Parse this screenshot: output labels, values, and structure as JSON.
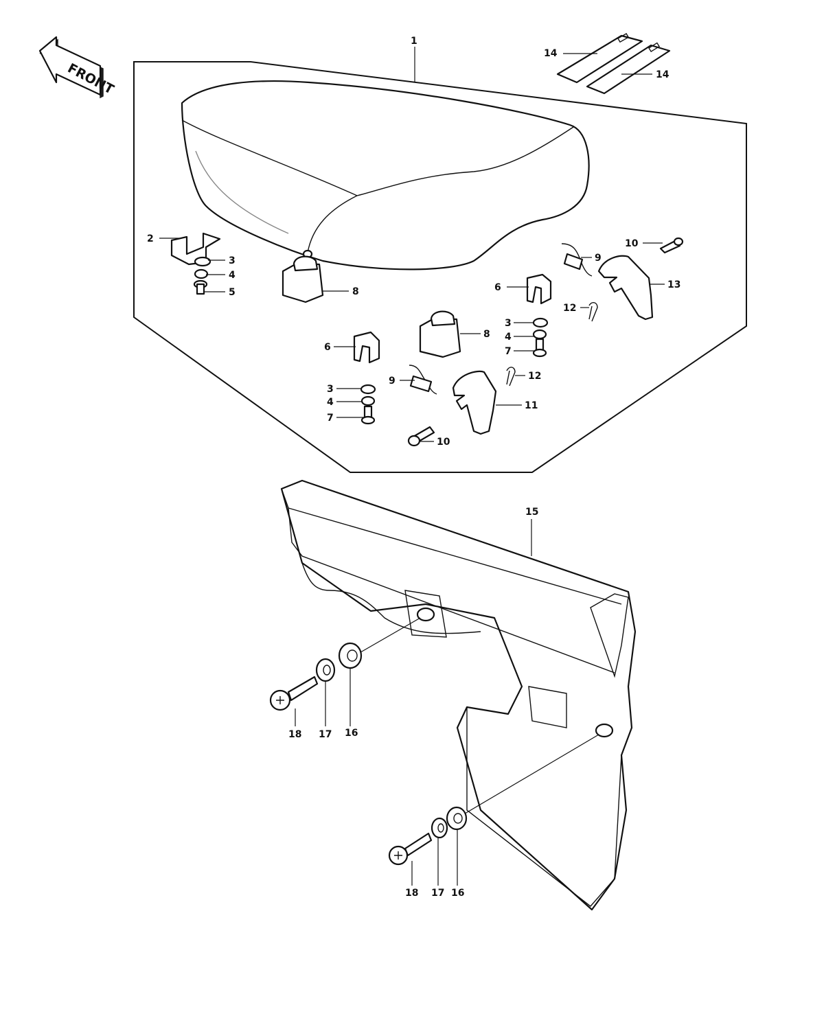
{
  "front_label": "FRONT",
  "callouts": [
    {
      "id": "c1",
      "text": "1"
    },
    {
      "id": "c14a",
      "text": "14"
    },
    {
      "id": "c14b",
      "text": "14"
    },
    {
      "id": "c2",
      "text": "2"
    },
    {
      "id": "c3a",
      "text": "3"
    },
    {
      "id": "c4a",
      "text": "4"
    },
    {
      "id": "c5",
      "text": "5"
    },
    {
      "id": "c8a",
      "text": "8"
    },
    {
      "id": "c9a",
      "text": "9"
    },
    {
      "id": "c10a",
      "text": "10"
    },
    {
      "id": "c13",
      "text": "13"
    },
    {
      "id": "c6a",
      "text": "6"
    },
    {
      "id": "c12a",
      "text": "12"
    },
    {
      "id": "c3b",
      "text": "3"
    },
    {
      "id": "c4b",
      "text": "4"
    },
    {
      "id": "c7a",
      "text": "7"
    },
    {
      "id": "c8b",
      "text": "8"
    },
    {
      "id": "c6b",
      "text": "6"
    },
    {
      "id": "c9b",
      "text": "9"
    },
    {
      "id": "c12b",
      "text": "12"
    },
    {
      "id": "c3c",
      "text": "3"
    },
    {
      "id": "c4c",
      "text": "4"
    },
    {
      "id": "c7b",
      "text": "7"
    },
    {
      "id": "c11",
      "text": "11"
    },
    {
      "id": "c10b",
      "text": "10"
    },
    {
      "id": "c15",
      "text": "15"
    },
    {
      "id": "c18a",
      "text": "18"
    },
    {
      "id": "c17a",
      "text": "17"
    },
    {
      "id": "c16a",
      "text": "16"
    },
    {
      "id": "c18b",
      "text": "18"
    },
    {
      "id": "c17b",
      "text": "17"
    },
    {
      "id": "c16b",
      "text": "16"
    }
  ]
}
